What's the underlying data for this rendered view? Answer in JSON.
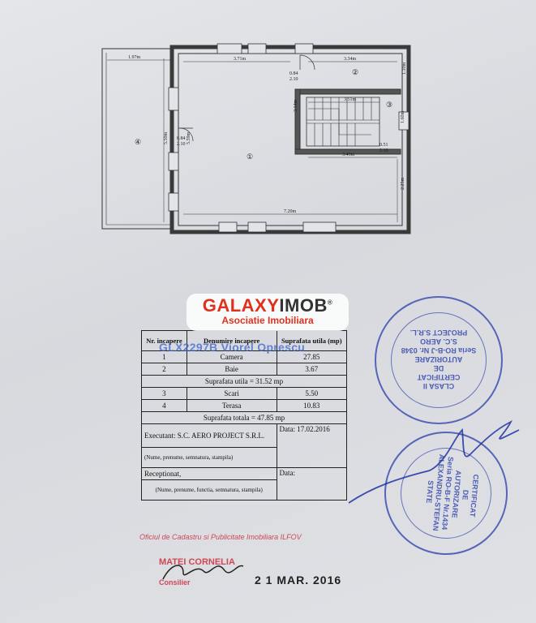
{
  "plan": {
    "dimensions": {
      "terrace_width": "1.97m",
      "room1_top": "3.71m",
      "room2_top": "3.34m",
      "door_a": "0.84\n2.10",
      "door_b": "0.84\n2.10",
      "stairs_top": "3.51m",
      "room2_side": "1.10m",
      "stairs_side": "3.14m",
      "stairs_right": "1.60m",
      "door_c": "0.51\n2.10",
      "stairs_bottom": "3.49m",
      "left_height": "5.50m",
      "inner_height": "5.59m",
      "right_lower": "2.25m",
      "bottom_width": "7.20m"
    },
    "rooms": [
      "①",
      "②",
      "③",
      "④"
    ]
  },
  "watermark": {
    "logo_part1": "GALAXY",
    "logo_part2": "IMOB",
    "reg": "®",
    "subtitle": "Asociatie Imobiliara",
    "agent": "GLX2297B Viorel Oprescu"
  },
  "table": {
    "headers": [
      "Nr. incapere",
      "Denumire incapere",
      "Suprafata utila (mp)"
    ],
    "rows1": [
      [
        "1",
        "Camera",
        "27.85"
      ],
      [
        "2",
        "Baie",
        "3.67"
      ]
    ],
    "sum_utila": "Suprafata utila = 31.52 mp",
    "rows2": [
      [
        "3",
        "Scari",
        "5.50"
      ],
      [
        "4",
        "Terasa",
        "10.83"
      ]
    ],
    "sum_totala": "Suprafata totala = 47.85 mp",
    "executant": "Executant: S.C. AERO PROJECT S.R.L.",
    "executant_note": "(Nume, prenume, semnatura, stampila)",
    "data_label": "Data: 17.02.2016",
    "receptionat": "Receptionat,",
    "receptionat_note": "(Nume, prenume, functia, semnatura, stampila)",
    "data_label2": "Data:"
  },
  "stamp1": {
    "text": "CLASA II\nCERTIFICAT\nDE\nAUTORIZARE\nSeria RO-B-J Nr. 0348\nS.C. AERO\nPROJECT S.R.L."
  },
  "stamp2": {
    "text": "CERTIFICAT\nDE\nAUTORIZARE\nSeria RO-B-F Nr.1434\nALEXANDRU-STEFAN\nSTATE"
  },
  "ocpi": {
    "office": "Oficiul de Cadastru si Publicitate Imobiliara ILFOV",
    "name": "MATEI CORNELIA",
    "role": "Consilier",
    "date": "2 1 MAR. 2016"
  },
  "colors": {
    "stamp_blue": "#283caa",
    "ocpi_red": "#cd2d3c",
    "logo_red": "#e0301e"
  }
}
